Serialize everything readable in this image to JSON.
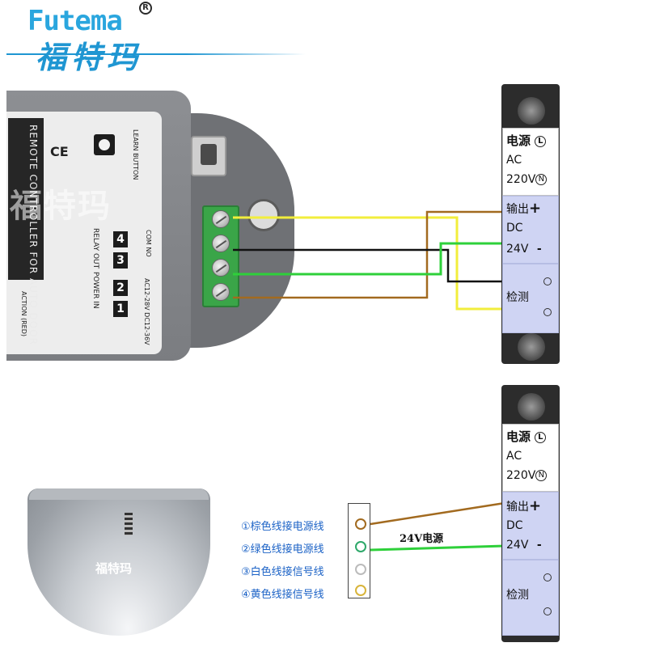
{
  "logo": {
    "brand_en": "Futema",
    "registered": "R",
    "brand_cn": "福特玛"
  },
  "controller": {
    "model_label": "REMOTE CONTROLLER FOR AUTO DOOR",
    "learn_label": "LEARN BUTTON",
    "ce_mark": "CE",
    "com_no_label": "COM NO",
    "relay_out_label": "RELAY OUT",
    "power_in_label": "POWER IN",
    "voltage_label": "AC12-28V DC12-36V",
    "action_label": "ACTION (RED)",
    "terminals": [
      "4",
      "3",
      "2",
      "1"
    ],
    "watermark": "福特玛"
  },
  "psu_top": {
    "power_label": "电源",
    "power_terminal": "L",
    "ac_label": "AC",
    "ac_voltage": "220V",
    "ac_terminal": "N",
    "output_label": "输出",
    "plus": "+",
    "dc_label": "DC",
    "dc_voltage": "24V",
    "minus": "-",
    "detect_label": "检测"
  },
  "psu_bottom": {
    "power_label": "电源",
    "power_terminal": "L",
    "ac_label": "AC",
    "ac_voltage": "220V",
    "ac_terminal": "N",
    "output_label": "输出",
    "plus": "+",
    "dc_label": "DC",
    "dc_voltage": "24V",
    "minus": "-",
    "detect_label": "检测"
  },
  "sensor": {
    "watermark": "福特玛"
  },
  "legend": {
    "items": [
      "①棕色线接电源线",
      "②绿色线接电源线",
      "③白色线接信号线",
      "④黄色线接信号线"
    ]
  },
  "supply_label": "24V电源",
  "colors": {
    "brown": "#a26a1f",
    "yellow": "#f2ee3c",
    "black": "#111111",
    "green": "#2ed03a",
    "white_wire": "#c8c8c8",
    "logo_blue": "#2aa6de",
    "legend_blue": "#1b62c6",
    "psu_blue": "#cfd4f3"
  }
}
